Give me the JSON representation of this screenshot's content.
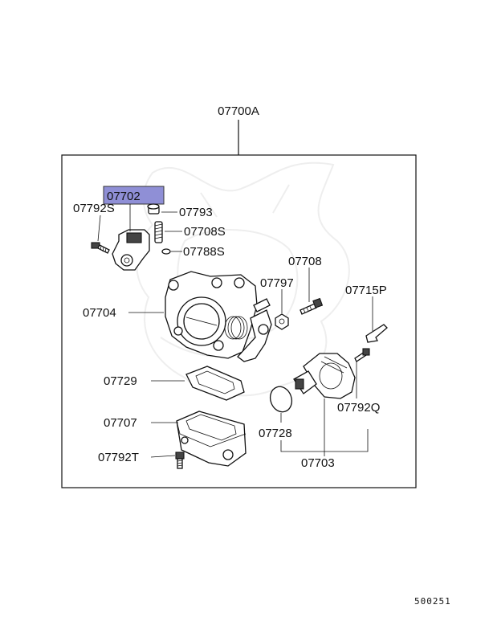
{
  "diagram": {
    "assembly_label": "07700A",
    "highlight_color": "#8f8fd6",
    "figure_code": "500251",
    "parts": {
      "p07702": "07702",
      "p07792S": "07792S",
      "p07793": "07793",
      "p07708S": "07708S",
      "p07788S": "07788S",
      "p07708": "07708",
      "p07797": "07797",
      "p07715P": "07715P",
      "p07704": "07704",
      "p07729": "07729",
      "p07792Q": "07792Q",
      "p07707": "07707",
      "p07728": "07728",
      "p07792T": "07792T",
      "p07703": "07703"
    }
  }
}
